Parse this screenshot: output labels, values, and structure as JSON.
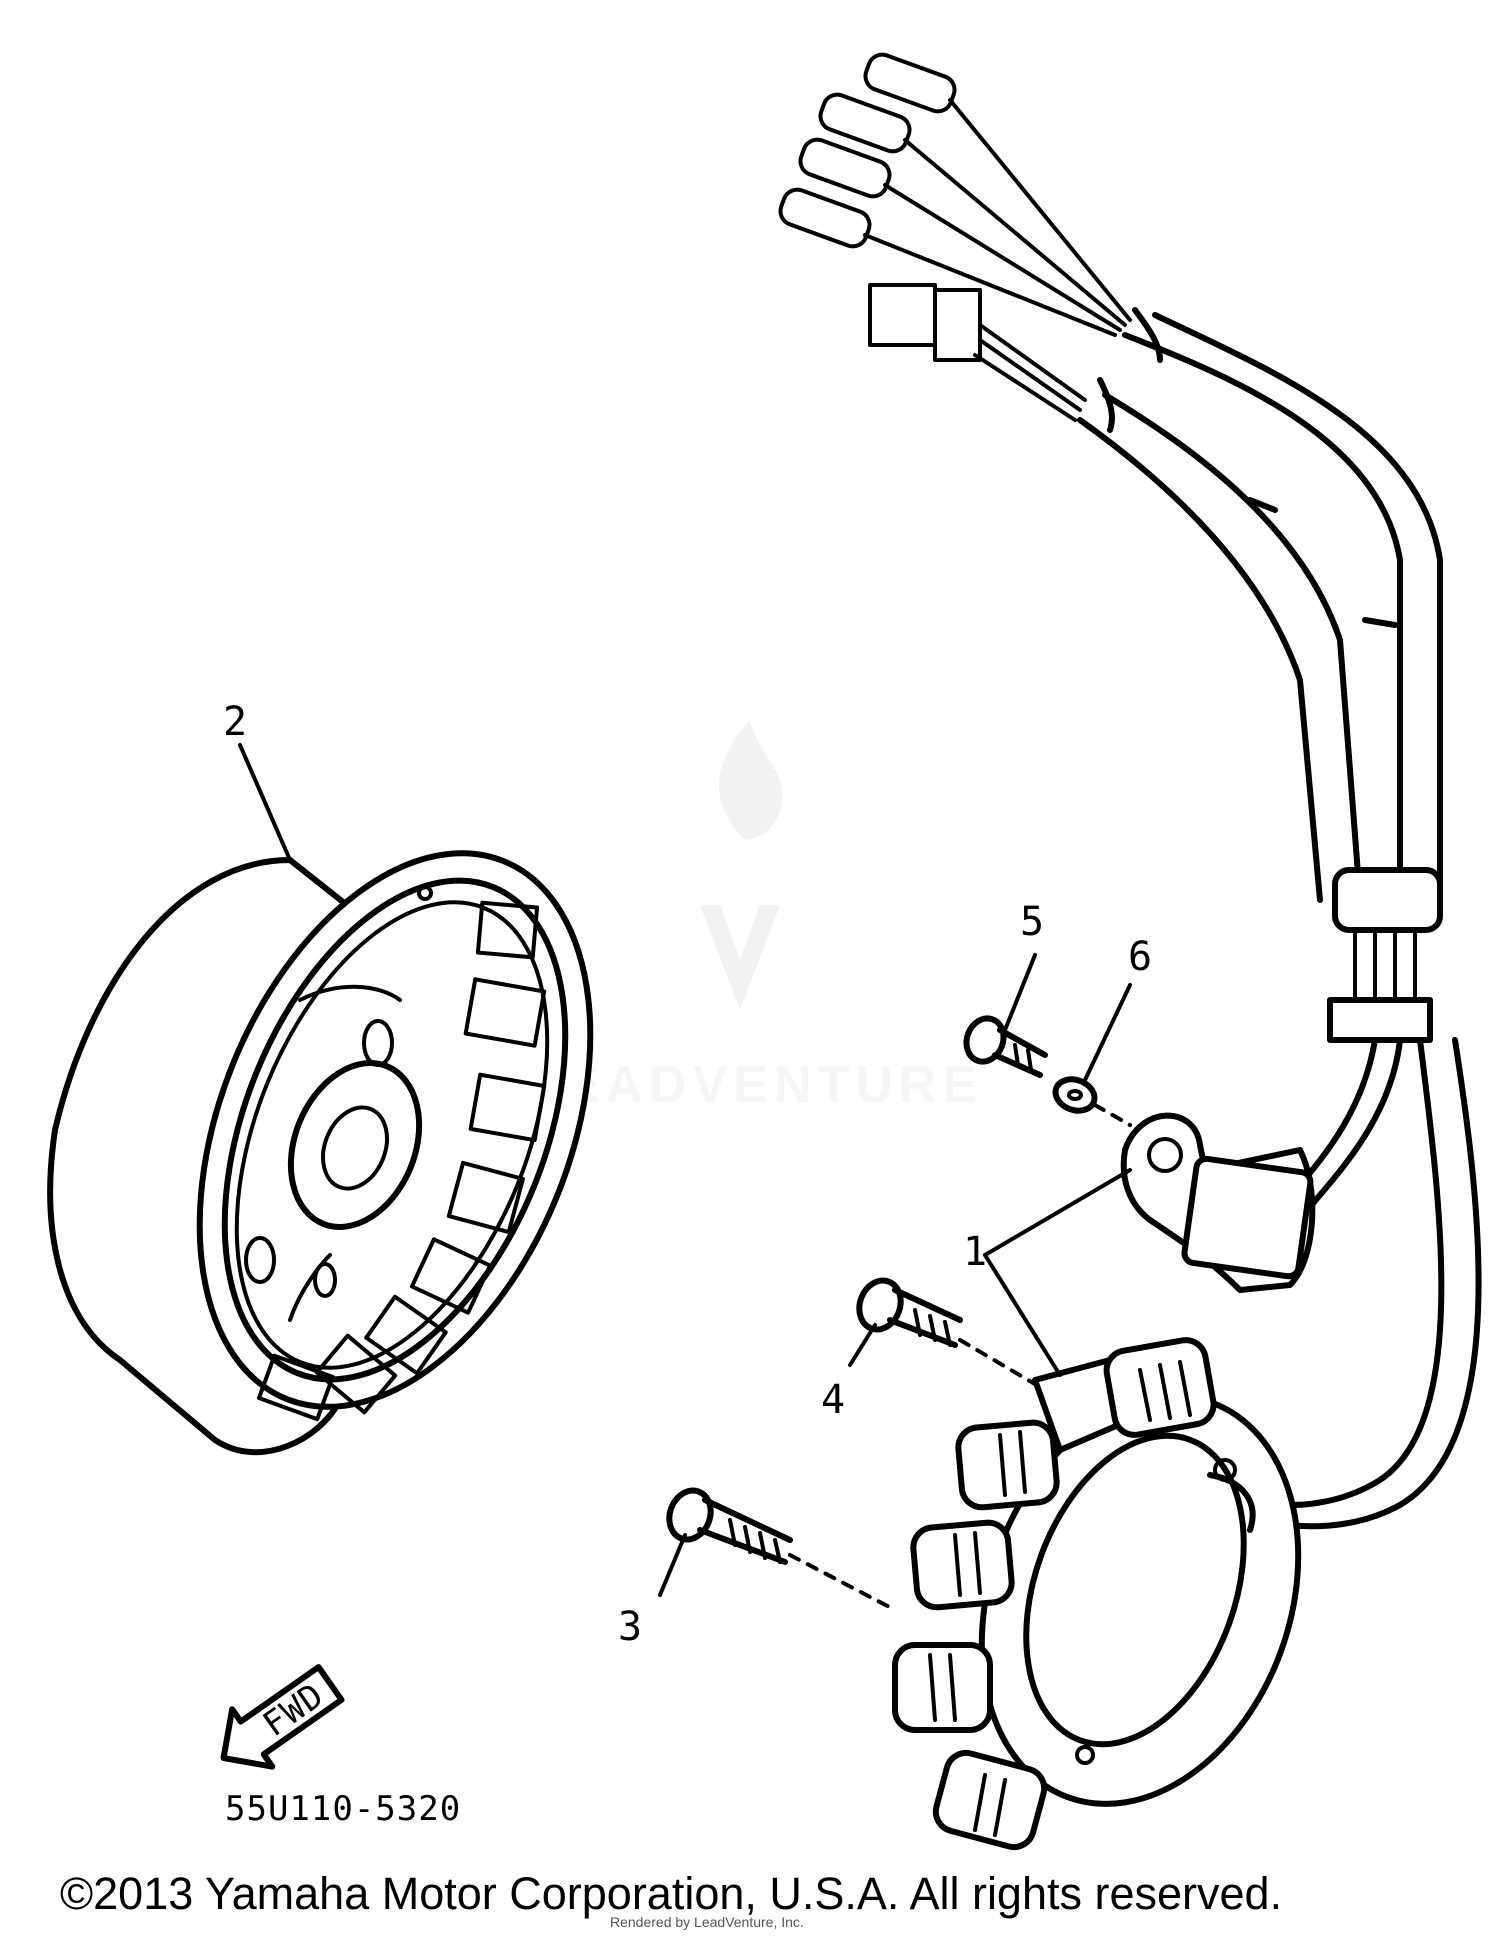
{
  "diagram": {
    "callouts": {
      "p1": "1",
      "p2": "2",
      "p3": "3",
      "p4": "4",
      "p5": "5",
      "p6": "6"
    },
    "fwd_label": "FWD",
    "reference_code": "55U110-5320",
    "watermark": "LEADVENTURE"
  },
  "footer": {
    "copyright": "©2013 Yamaha Motor Corporation, U.S.A. All rights reserved.",
    "rendered_by": "Rendered by LeadVenture, Inc."
  }
}
